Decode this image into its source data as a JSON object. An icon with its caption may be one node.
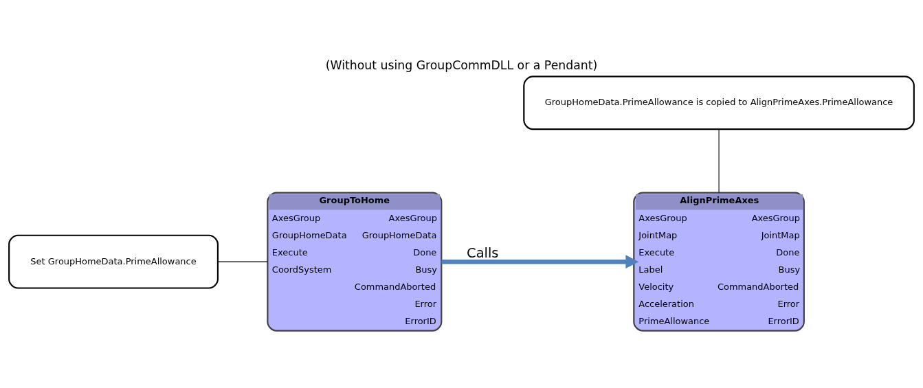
{
  "diagram": {
    "title": "(Without using GroupCommDLL or a Pendant)",
    "nodes": [
      {
        "text": [
          "Set GroupHomeData.PrimeAllowance"
        ]
      },
      {
        "text": [
          "GroupToHome",
          "AxesGroup",
          "AxesGroup",
          "GroupHomeData",
          "GroupHomeData",
          "Execute",
          "Done",
          "CoordSystem",
          "Busy",
          "CommandAborted",
          "Error",
          "ErrorID"
        ]
      },
      {
        "text": [
          "GroupHomeData.PrimeAllowance is copied to AlignPrimeAxes.PrimeAllowance"
        ]
      },
      {
        "text": [
          "AlignPrimeAxes",
          "AxesGroup",
          "AxesGroup",
          "JointMap",
          "JointMap",
          "Execute",
          "Done",
          "Label",
          "Busy",
          "Velocity",
          "CommandAborted",
          "Acceleration",
          "Error",
          "PrimeAllowance",
          "ErrorID"
        ]
      }
    ],
    "edges": [
      {
        "from": 0,
        "to": 1,
        "arrow": "none"
      },
      {
        "from": 1,
        "to": 3,
        "arrow": "to",
        "label": "Calls",
        "style": "thick",
        "color": "#4f81bd"
      },
      {
        "from": 2,
        "to": 3,
        "arrow": "none"
      }
    ]
  }
}
